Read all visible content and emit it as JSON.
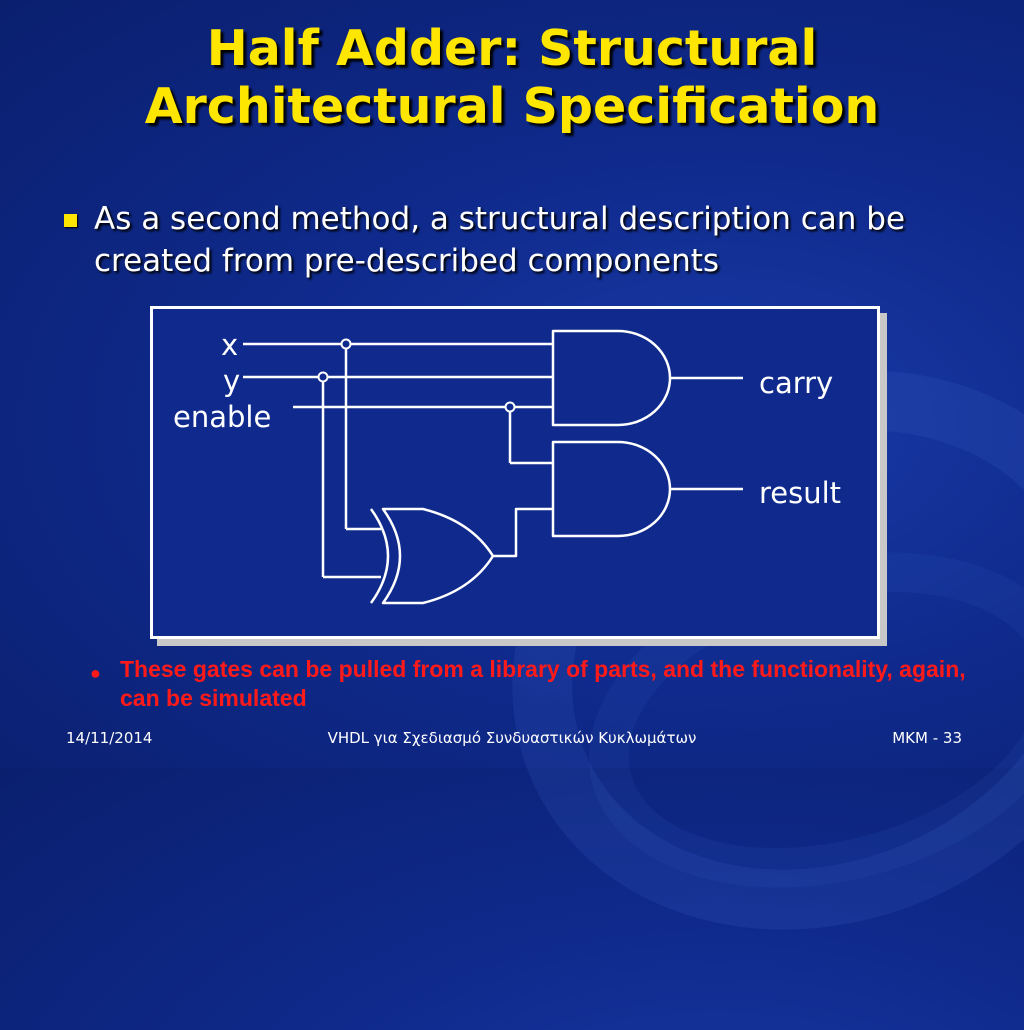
{
  "title": {
    "line1": "Half Adder: Structural",
    "line2": "Architectural Specification"
  },
  "main_bullet": {
    "text": "As a second  method, a structural description can be created from pre-described components"
  },
  "diagram": {
    "inputs": [
      "x",
      "y",
      "enable"
    ],
    "outputs": [
      "carry",
      "result"
    ],
    "gates": [
      "and-gate-top",
      "and-gate-bottom",
      "xor-gate"
    ]
  },
  "note": {
    "text": "These gates can be pulled from a library of parts, and the functionality, again, can be simulated"
  },
  "footer": {
    "date": "14/11/2014",
    "course": "VHDL για Σχεδιασμό Συνδυαστικών Κυκλωμάτων",
    "page": "MKM - 33"
  },
  "colors": {
    "title": "#ffe600",
    "bullet_square": "#ffe600",
    "note": "#ff1a1a",
    "background": "#0f2a8c",
    "wire": "#ffffff"
  }
}
